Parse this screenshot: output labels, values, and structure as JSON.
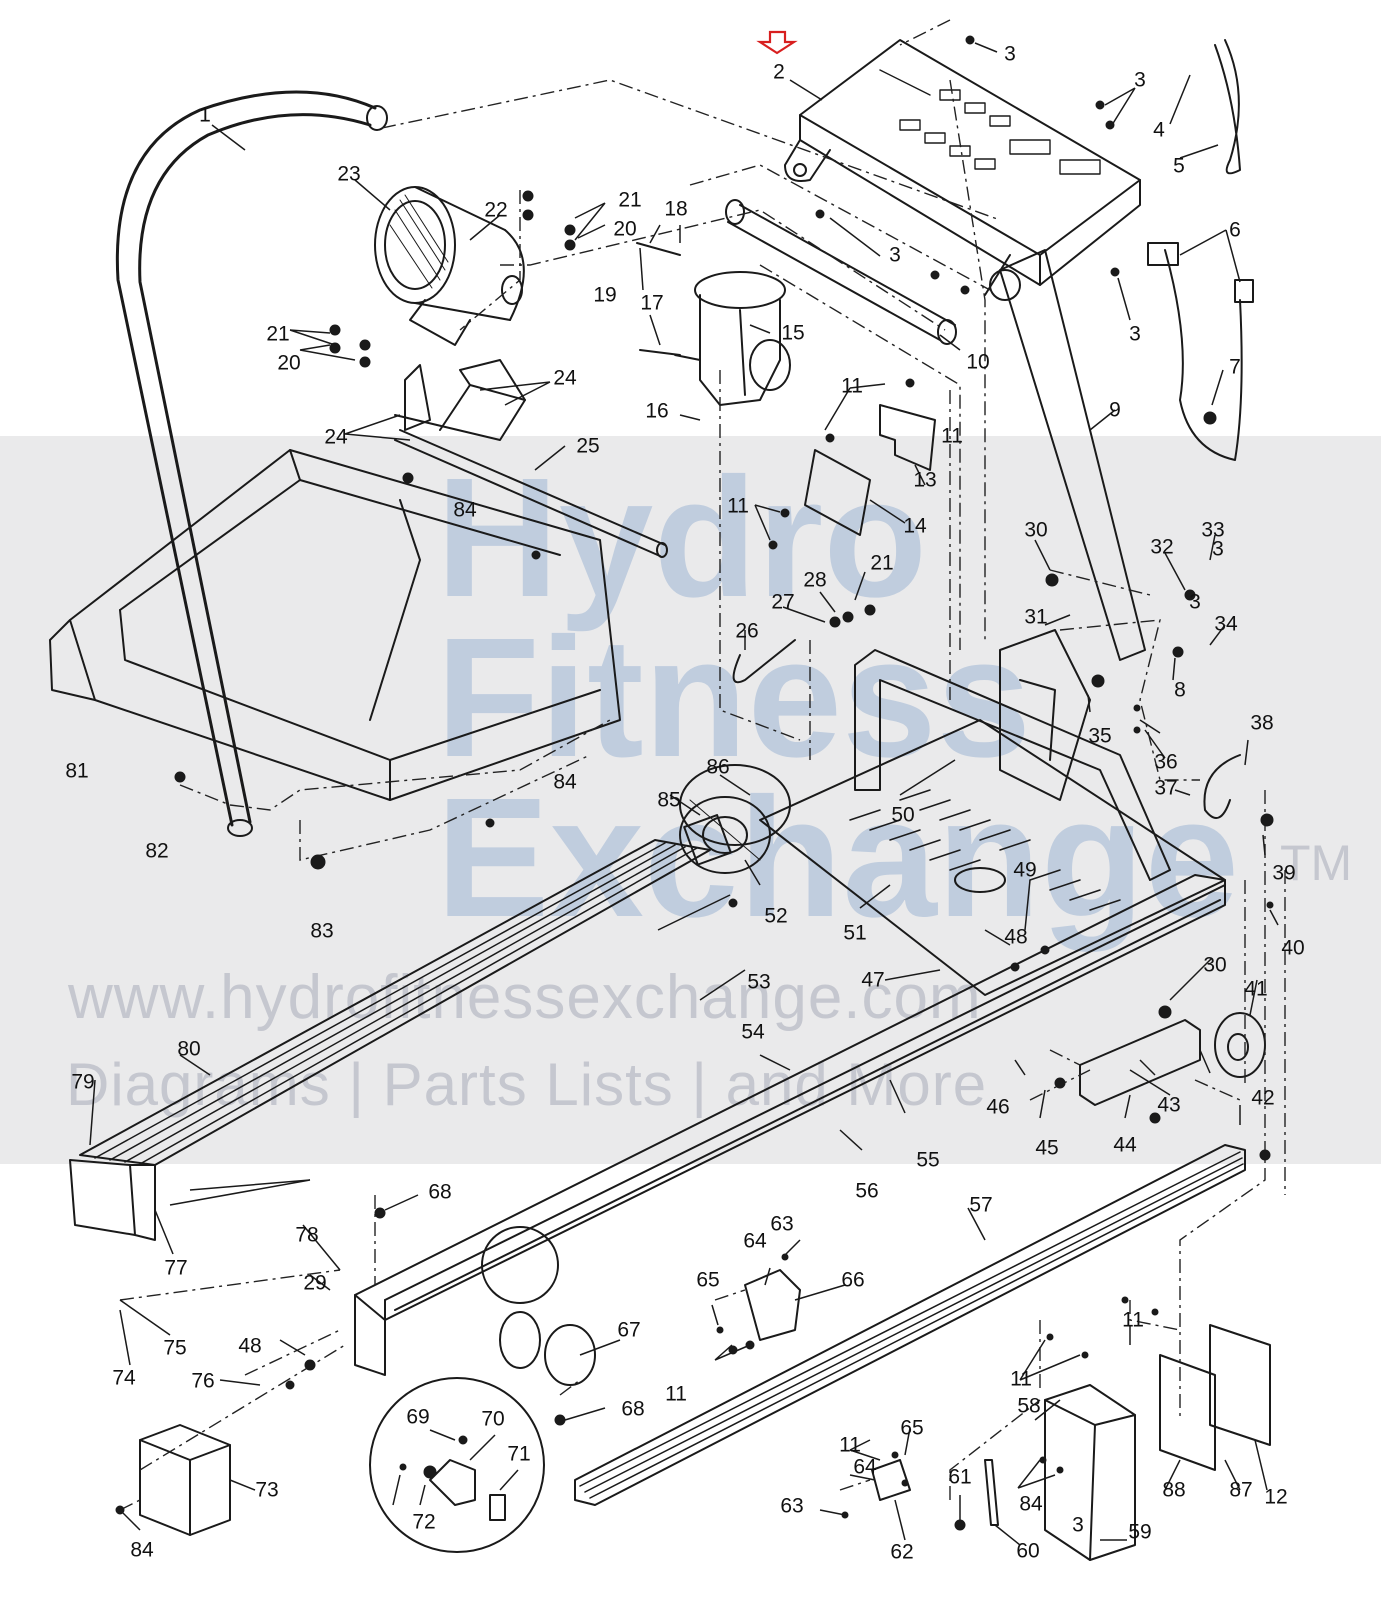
{
  "watermark": {
    "brand_lines": [
      "Hydro",
      "Fitness",
      "Exchange"
    ],
    "trademark": "TM",
    "url": "www.hydrofitnessexchange.com",
    "tagline": "Diagrams | Parts Lists | and More"
  },
  "marker": {
    "indicates": "2"
  },
  "labels": [
    "1",
    "2",
    "3",
    "3",
    "3",
    "3",
    "3",
    "3",
    "3",
    "4",
    "5",
    "6",
    "7",
    "8",
    "9",
    "10",
    "11",
    "11",
    "11",
    "11",
    "11",
    "11",
    "11",
    "12",
    "13",
    "14",
    "15",
    "16",
    "17",
    "18",
    "19",
    "20",
    "20",
    "21",
    "21",
    "21",
    "22",
    "23",
    "24",
    "24",
    "25",
    "26",
    "27",
    "28",
    "29",
    "30",
    "30",
    "31",
    "32",
    "33",
    "34",
    "35",
    "36",
    "37",
    "38",
    "39",
    "40",
    "41",
    "42",
    "43",
    "44",
    "45",
    "46",
    "47",
    "48",
    "48",
    "49",
    "50",
    "51",
    "52",
    "53",
    "54",
    "55",
    "56",
    "57",
    "58",
    "59",
    "60",
    "61",
    "62",
    "63",
    "63",
    "64",
    "64",
    "65",
    "65",
    "66",
    "67",
    "68",
    "68",
    "69",
    "70",
    "71",
    "72",
    "73",
    "74",
    "75",
    "76",
    "77",
    "78",
    "79",
    "80",
    "81",
    "82",
    "83",
    "84",
    "84",
    "84",
    "84",
    "85",
    "86",
    "87",
    "88"
  ]
}
